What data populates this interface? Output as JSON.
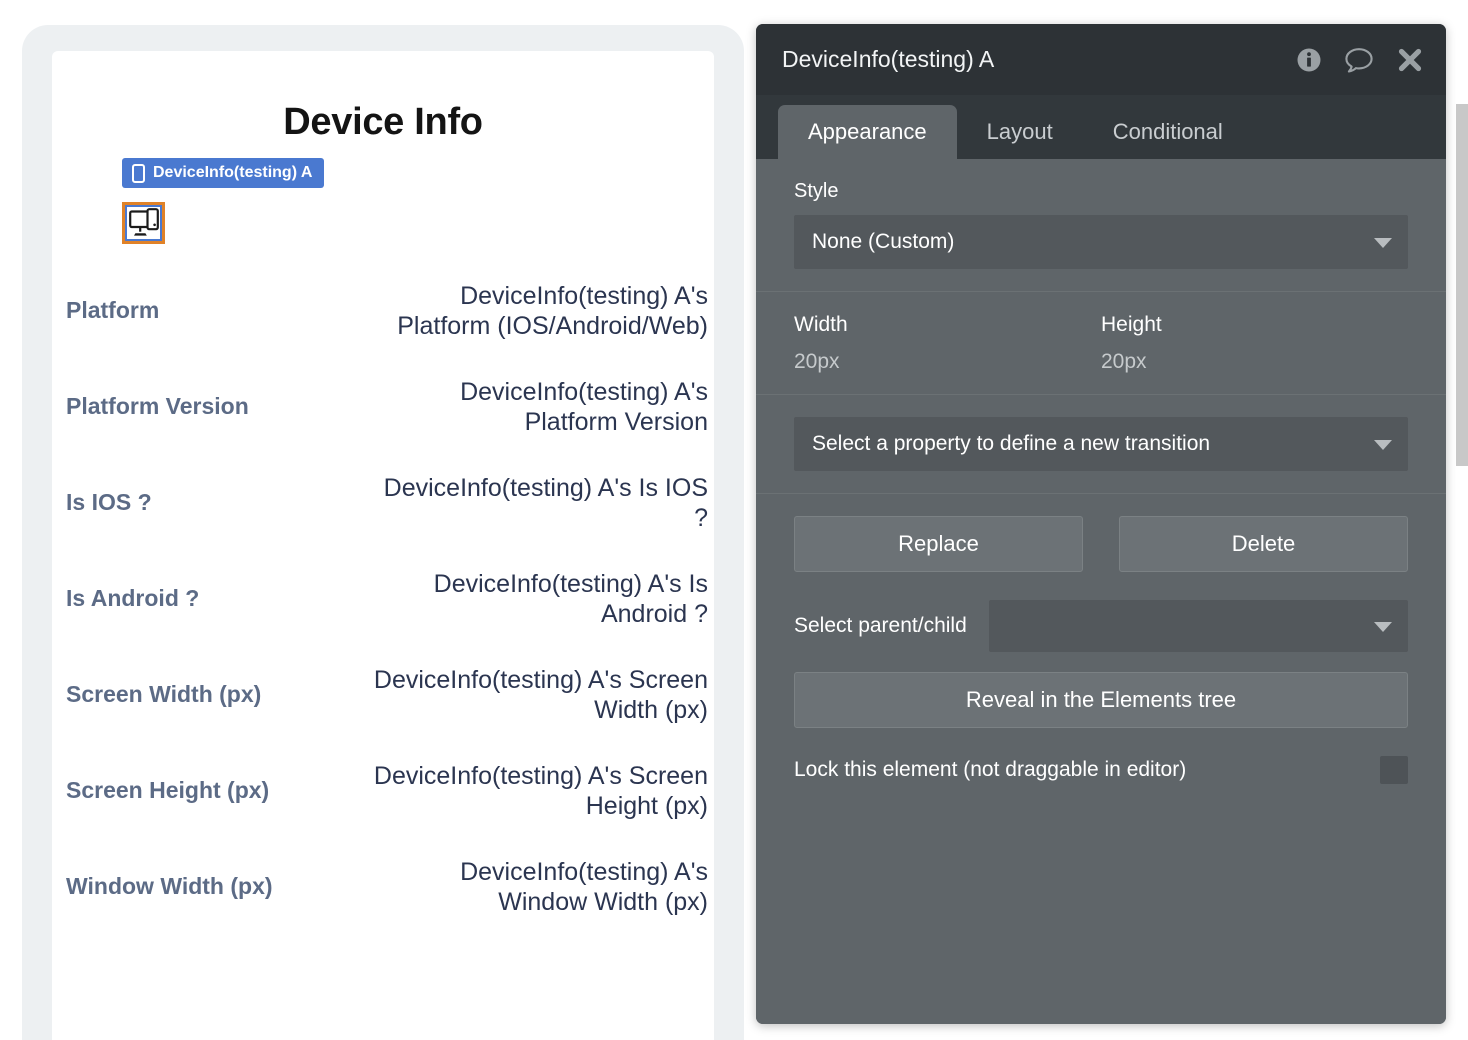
{
  "preview": {
    "title": "Device Info",
    "selection_badge": {
      "label": "DeviceInfo(testing) A",
      "icon": "phone-icon",
      "color": "#4a79d0"
    },
    "selected_element_icon": {
      "icon": "device-monitor-phone-icon",
      "border_color": "#e08228",
      "inner_border_color": "#4a79d0"
    },
    "rows": [
      {
        "label": "Platform",
        "value": "DeviceInfo(testing) A's Platform (IOS/Android/Web)"
      },
      {
        "label": "Platform Version",
        "value": "DeviceInfo(testing) A's Platform Version"
      },
      {
        "label": "Is IOS ?",
        "value": "DeviceInfo(testing) A's Is IOS ?"
      },
      {
        "label": "Is Android ?",
        "value": "DeviceInfo(testing) A's Is Android ?"
      },
      {
        "label": "Screen Width (px)",
        "value": "DeviceInfo(testing) A's Screen Width (px)"
      },
      {
        "label": "Screen Height (px)",
        "value": "DeviceInfo(testing) A's Screen Height (px)"
      },
      {
        "label": "Window Width (px)",
        "value": "DeviceInfo(testing) A's Window Width (px)"
      }
    ]
  },
  "panel": {
    "title": "DeviceInfo(testing) A",
    "header_icons": [
      {
        "name": "info-icon",
        "glyph": "i"
      },
      {
        "name": "comment-icon",
        "glyph": "speech-bubble"
      },
      {
        "name": "close-icon",
        "glyph": "x"
      }
    ],
    "tabs": [
      {
        "label": "Appearance",
        "active": true
      },
      {
        "label": "Layout",
        "active": false
      },
      {
        "label": "Conditional",
        "active": false
      }
    ],
    "style": {
      "label": "Style",
      "value": "None (Custom)"
    },
    "dimensions": {
      "width_label": "Width",
      "width_value": "20px",
      "height_label": "Height",
      "height_value": "20px"
    },
    "transition": {
      "placeholder": "Select a property to define a new transition"
    },
    "actions": {
      "replace_label": "Replace",
      "delete_label": "Delete"
    },
    "parent_child": {
      "label": "Select parent/child",
      "value": ""
    },
    "reveal": {
      "label": "Reveal in the Elements tree"
    },
    "lock": {
      "label": "Lock this element (not draggable in editor)",
      "checked": false
    },
    "colors": {
      "header_bg": "#2d3236",
      "tabs_bg": "#32383c",
      "body_bg": "#5f6569",
      "input_bg": "#53585c",
      "button_bg": "#6c7276"
    }
  }
}
